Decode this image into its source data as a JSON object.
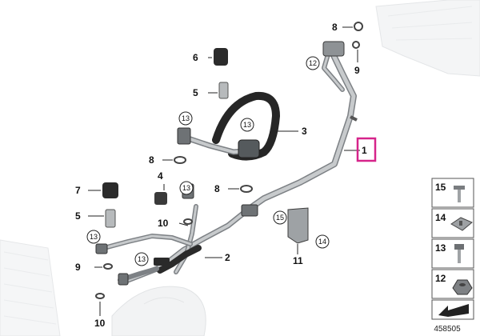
{
  "callouts": {
    "c1": "1",
    "c2": "2",
    "c3": "3",
    "c4": "4",
    "c5a": "5",
    "c5b": "5",
    "c6": "6",
    "c7": "7",
    "c8a": "8",
    "c8b": "8",
    "c8c": "8",
    "c9a": "9",
    "c9b": "9",
    "c10a": "10",
    "c10b": "10",
    "c11": "11"
  },
  "circled": {
    "r12": "12",
    "r13a": "13",
    "r13b": "13",
    "r13c": "13",
    "r13d": "13",
    "r13e": "13",
    "r13f": "13",
    "r14": "14",
    "r15": "15"
  },
  "legend": [
    {
      "num": "15",
      "icon": "bolt-flange-icon"
    },
    {
      "num": "14",
      "icon": "square-nut-clip-icon"
    },
    {
      "num": "13",
      "icon": "hex-bolt-icon"
    },
    {
      "num": "12",
      "icon": "hex-nut-icon"
    }
  ],
  "legend_footer_icon": "arrow-left-icon",
  "diagram_id": "458505",
  "highlight_color": "#d6248a"
}
